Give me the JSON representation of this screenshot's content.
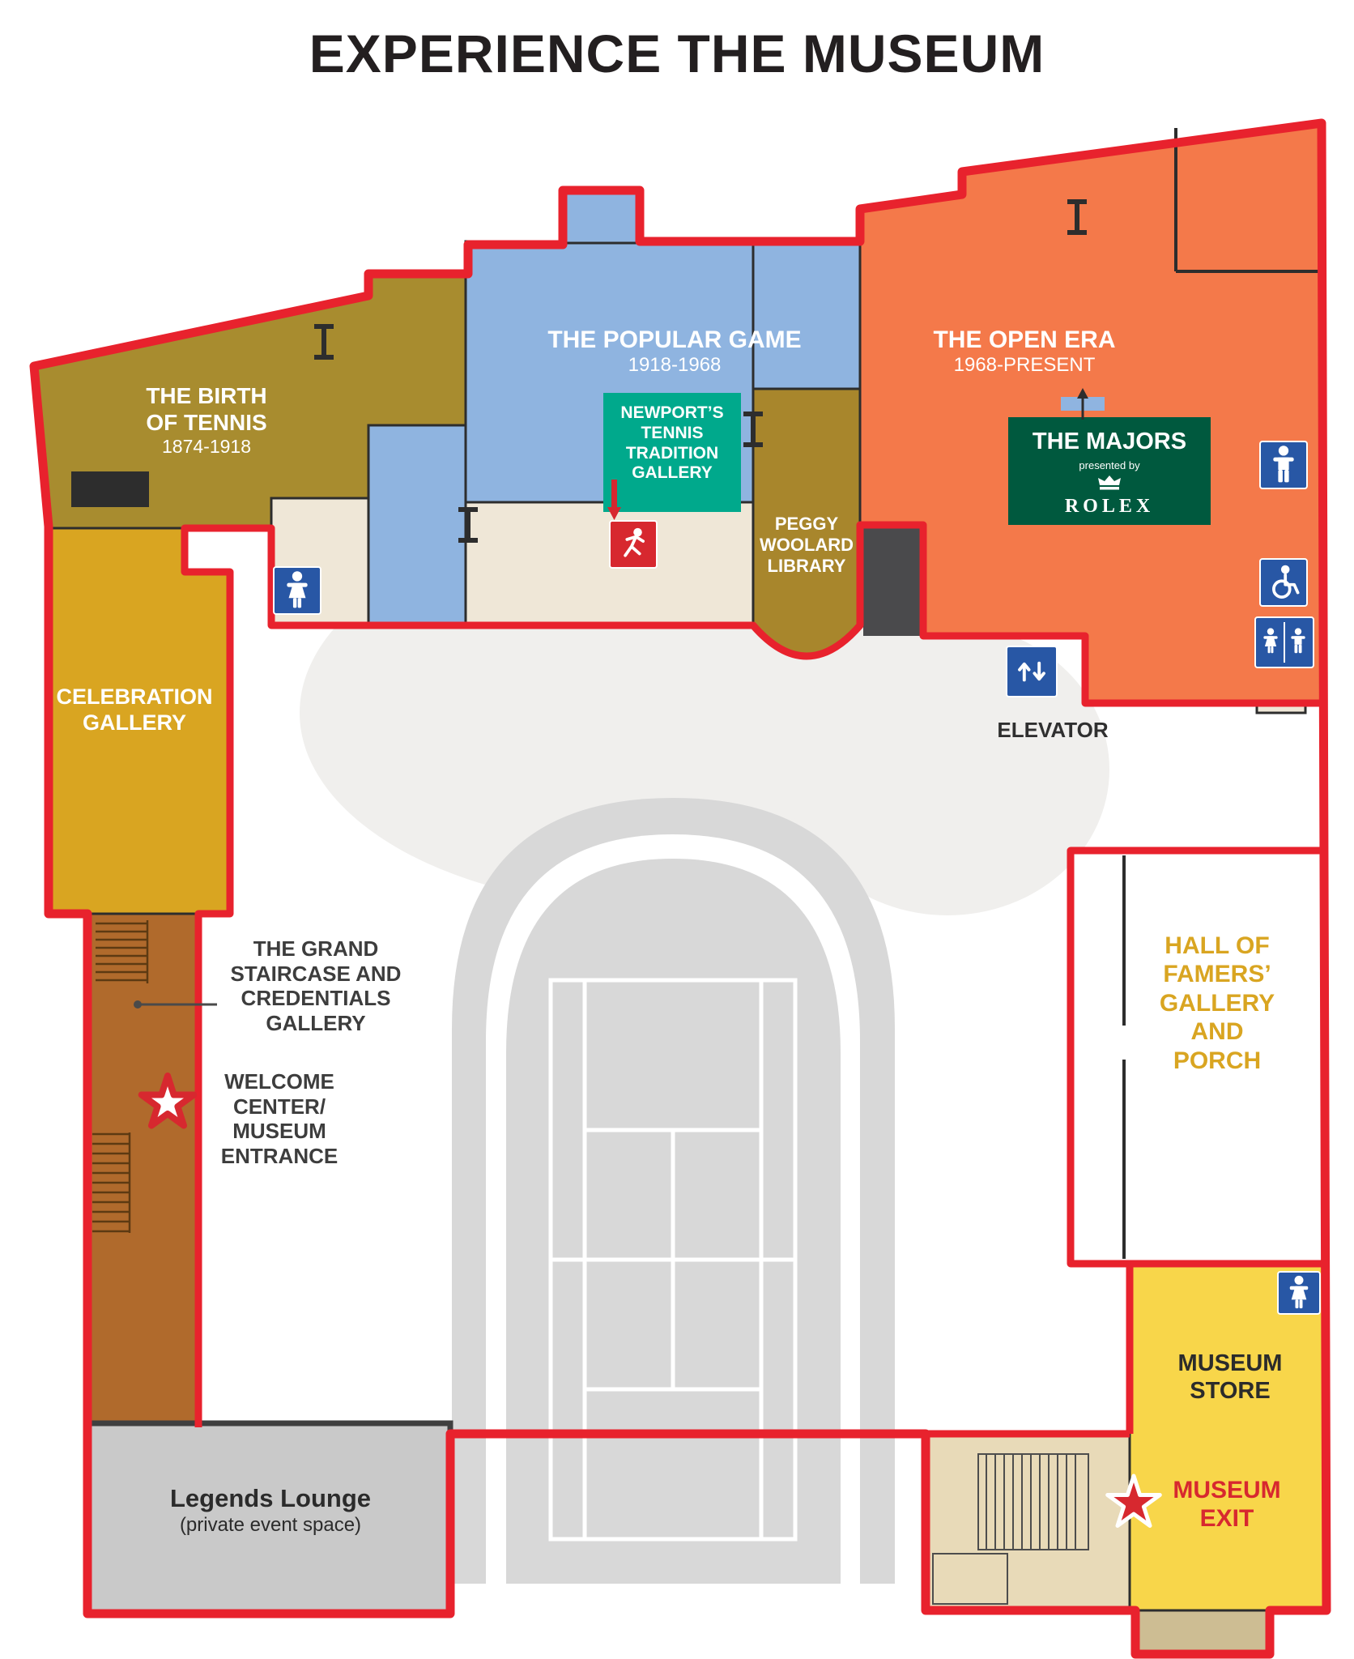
{
  "title": "EXPERIENCE THE MUSEUM",
  "regions": {
    "birth_of_tennis": {
      "name": "THE BIRTH OF TENNIS",
      "years": "1874-1918"
    },
    "popular_game": {
      "name": "THE POPULAR GAME",
      "years": "1918-1968"
    },
    "open_era": {
      "name": "THE OPEN ERA",
      "years": "1968-PRESENT"
    },
    "newport_tradition": {
      "name": "NEWPORT’S TENNIS TRADITION GALLERY"
    },
    "the_majors": {
      "name": "THE MAJORS",
      "presented_by": "presented by",
      "sponsor": "ROLEX"
    },
    "peggy_woolard_library": {
      "name": "PEGGY WOOLARD LIBRARY"
    },
    "celebration_gallery": {
      "name": "CELEBRATION GALLERY"
    },
    "grand_staircase": {
      "name": "THE GRAND STAIRCASE AND CREDENTIALS GALLERY"
    },
    "welcome_center": {
      "name": "WELCOME CENTER/ MUSEUM ENTRANCE"
    },
    "legends_lounge": {
      "name": "Legends Lounge",
      "note": "(private event space)"
    },
    "hall_of_famers": {
      "name": "HALL OF FAMERS’ GALLERY AND PORCH"
    },
    "museum_store": {
      "name": "MUSEUM STORE"
    },
    "museum_exit": {
      "name": "MUSEUM EXIT"
    },
    "elevator": {
      "name": "ELEVATOR"
    }
  },
  "icons": {
    "womens_restroom": "woman-pictogram",
    "mens_restroom": "man-pictogram",
    "accessible_restroom": "wheelchair-pictogram",
    "family_restroom": "woman-and-man-pictogram",
    "elevator": "up-down-arrows",
    "tour_route": "running-figure",
    "entrance_marker": "star",
    "exit_marker": "star",
    "sponsor_mark": "rolex-crown"
  },
  "colors": {
    "route_outline": "#e8222d",
    "birth_olive": "#a88c2f",
    "popular_blue": "#8fb4e0",
    "open_orange": "#f4794a",
    "newport_teal": "#00a98c",
    "majors_green": "#00593e",
    "library_gold": "#a8862c",
    "celebration_gold": "#d9a521",
    "corridor_brown": "#b06a2c",
    "lounge_gray": "#c9c9c9",
    "store_yellow": "#f8d64a",
    "restroom_blue": "#2857a5",
    "court_gray": "#d8d8d8",
    "beige": "#efe7d7",
    "hall_text_gold": "#d9a521",
    "exit_red": "#d7282f",
    "title_ink": "#231f20"
  }
}
